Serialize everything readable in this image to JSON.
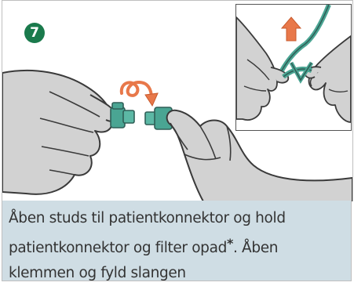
{
  "step": {
    "number": "7",
    "badge_color": "#1a7a4c"
  },
  "caption": {
    "lines": [
      "Åben studs til patientkonnektor og hold",
      "patientkonnektor og filter opad",
      ". Åben",
      "klemmen og fyld slangen"
    ],
    "asterisk": "*"
  },
  "colors": {
    "hand_fill": "#d2d2d2",
    "hand_shade": "#bdbdbd",
    "outline": "#3a3a3a",
    "connector_teal": "#4aa593",
    "arrow_orange": "#e8784a",
    "caption_bg": "#cfdde4"
  },
  "icons": {
    "rotate_arrow": "twist-arrow-icon",
    "up_arrow": "up-arrow-icon"
  }
}
